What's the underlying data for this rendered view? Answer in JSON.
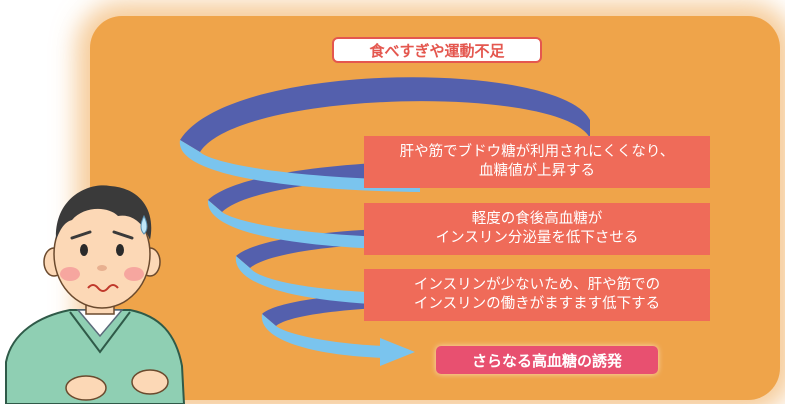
{
  "top_label": "食べすぎや運動不足",
  "steps": [
    {
      "line1": "肝や筋でブドウ糖が利用されにくくなり、",
      "line2": "血糖値が上昇する"
    },
    {
      "line1": "軽度の食後高血糖が",
      "line2": "インスリン分泌量を低下させる"
    },
    {
      "line1": "インスリンが少ないため、肝や筋での",
      "line2": "インスリンの働きがますます低下する"
    }
  ],
  "result": "さらなる高血糖の誘発",
  "colors": {
    "background_panel": "#efa44a",
    "box_red": "#ef6b59",
    "result_pink": "#e85070",
    "spiral_dark_blue": "#5460ad",
    "spiral_light_blue": "#7ac4ee"
  },
  "icons": [
    "spiral-arrow-icon",
    "worried-man-illustration"
  ]
}
